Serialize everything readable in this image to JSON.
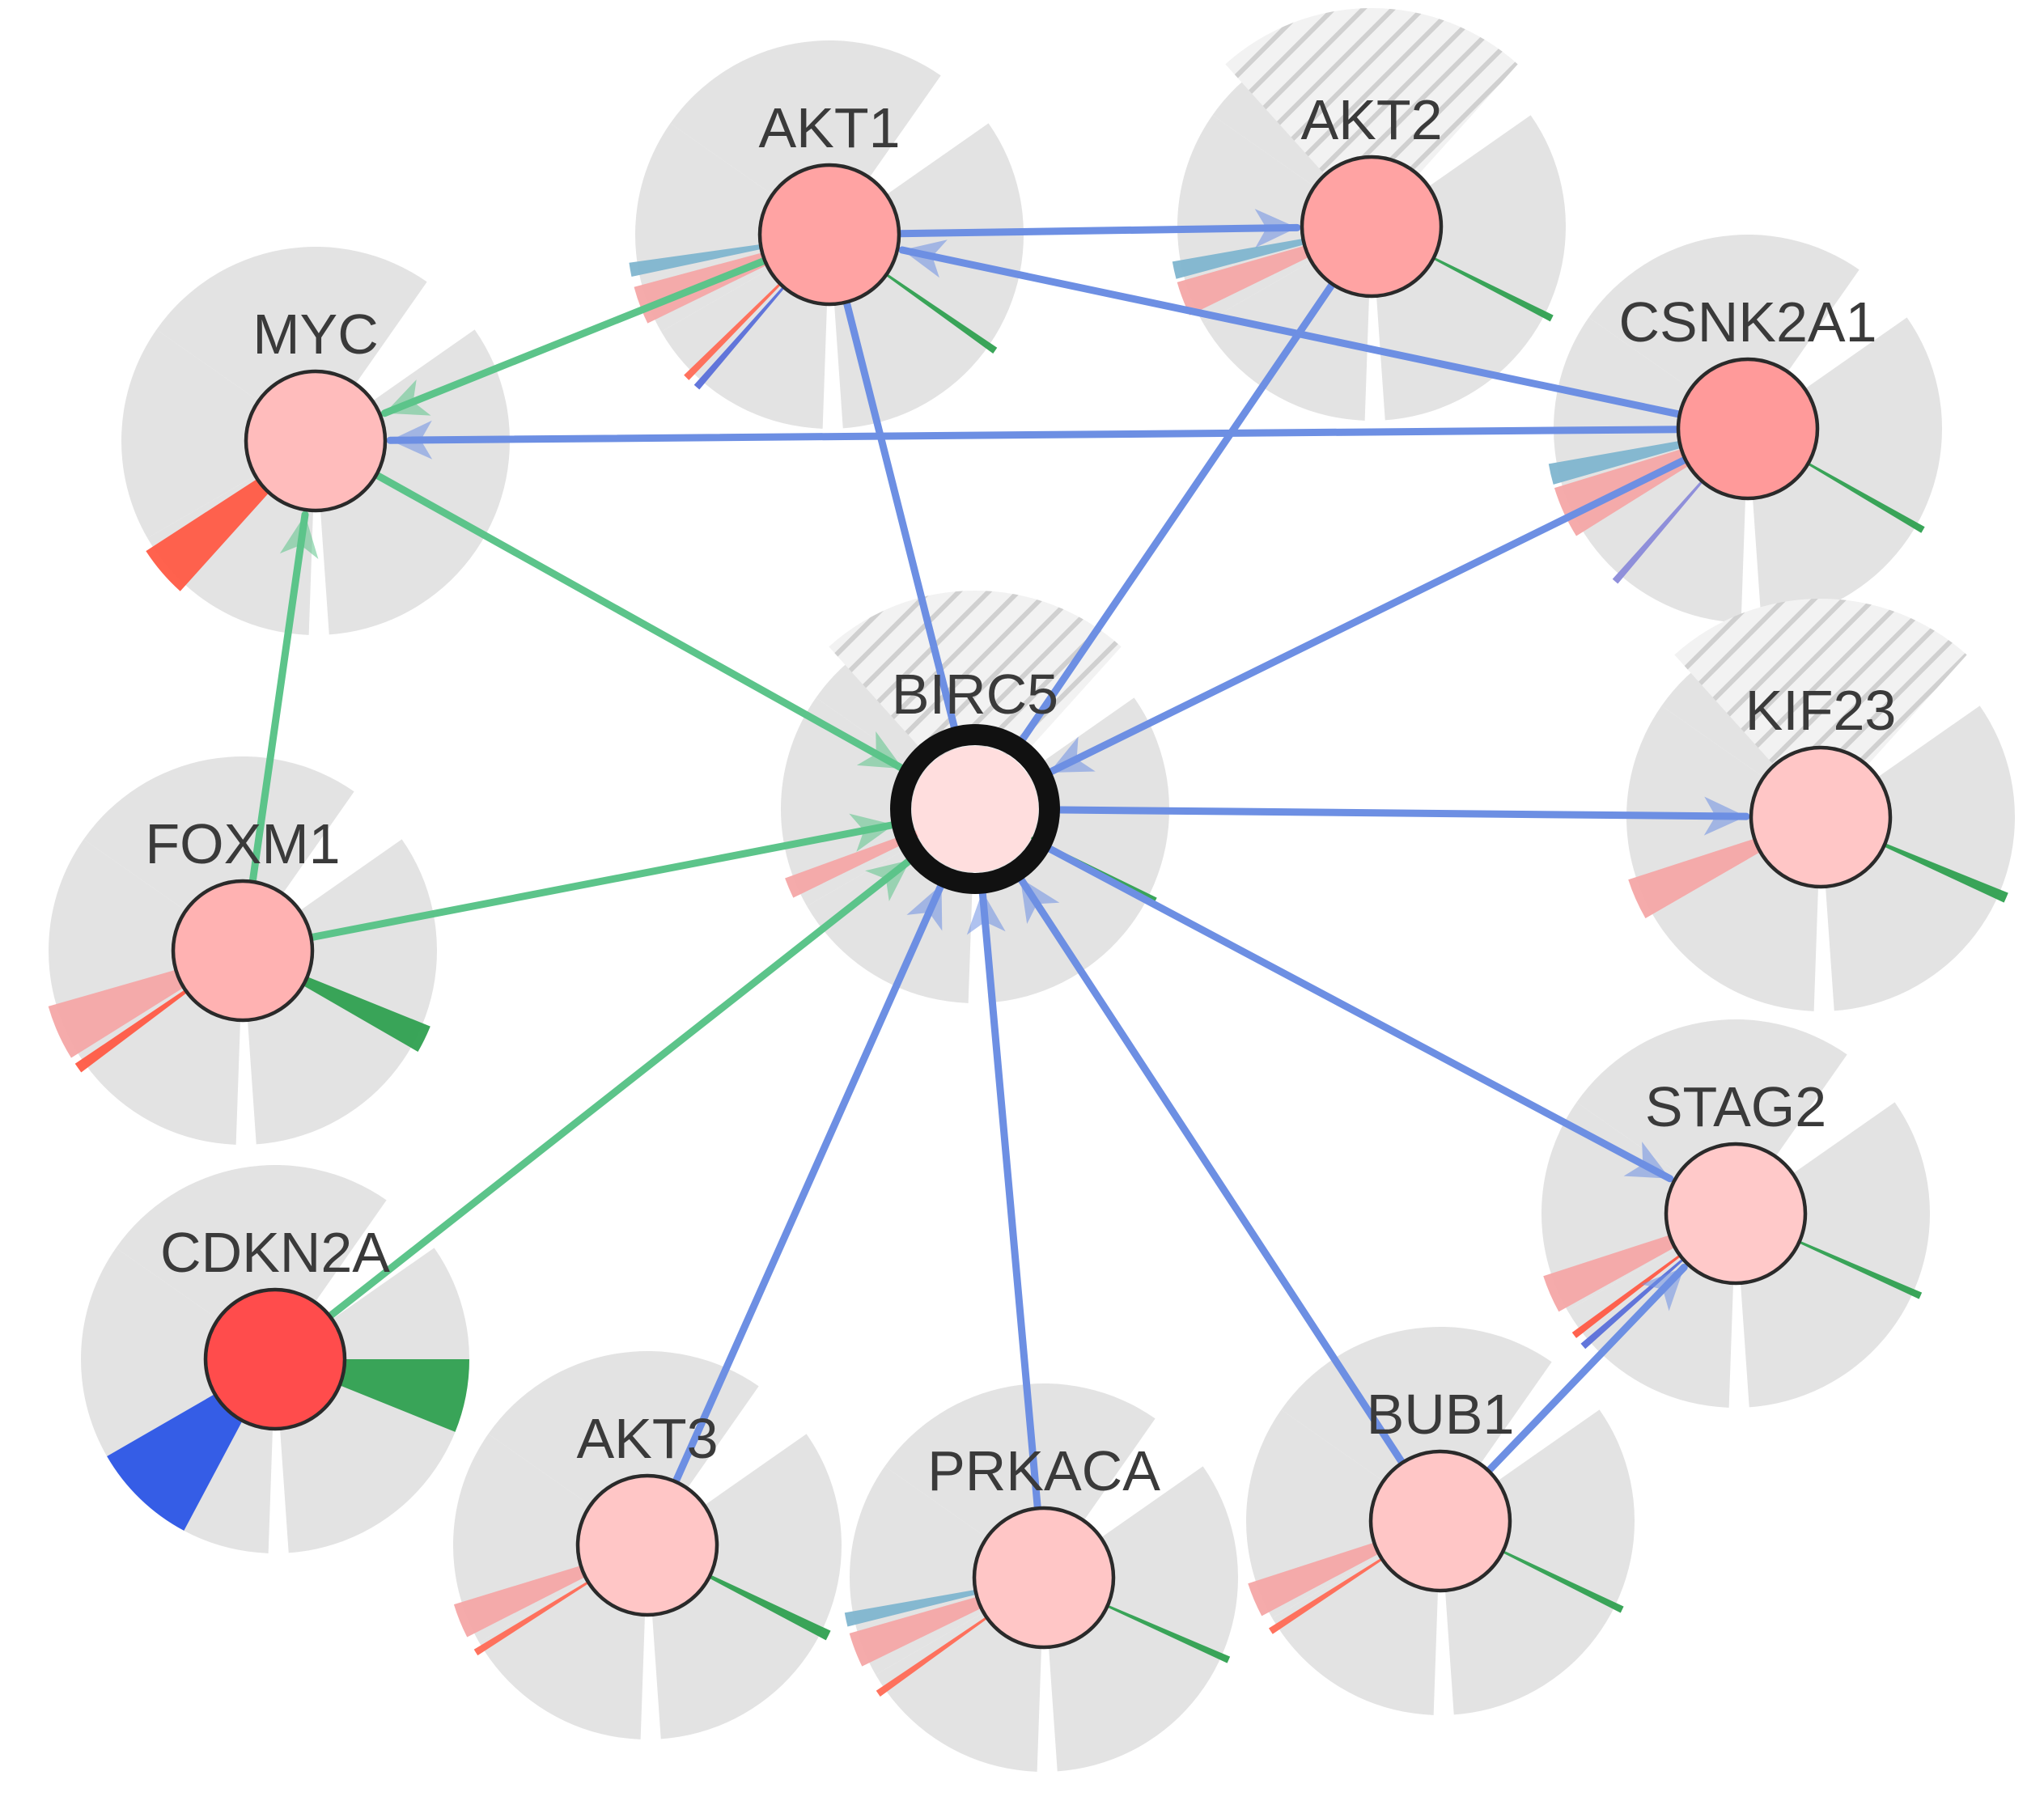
{
  "colors": {
    "activation": "#5cc48a",
    "interaction": "#6d8fe3",
    "halo": "#e3e3e3",
    "hatch": "#d0d0d0",
    "upregulation": "#f4a6a6",
    "mutation": "#2fa050",
    "deletion": "#2b55e6",
    "amplification": "#ff5a44"
  },
  "nodes": [
    {
      "id": "BIRC5",
      "label": "BIRC5",
      "seed": true,
      "fill": "#ffdede",
      "hatched": true
    },
    {
      "id": "AKT1",
      "label": "AKT1",
      "fill": "#ffa3a3",
      "hatched": false
    },
    {
      "id": "AKT2",
      "label": "AKT2",
      "fill": "#ffa3a3",
      "hatched": true
    },
    {
      "id": "CSNK2A1",
      "label": "CSNK2A1",
      "fill": "#ff9a9a",
      "hatched": false
    },
    {
      "id": "MYC",
      "label": "MYC",
      "fill": "#ffbcbc",
      "hatched": false
    },
    {
      "id": "KIF23",
      "label": "KIF23",
      "fill": "#ffc6c6",
      "hatched": true
    },
    {
      "id": "FOXM1",
      "label": "FOXM1",
      "fill": "#ffb2b2",
      "hatched": false
    },
    {
      "id": "STAG2",
      "label": "STAG2",
      "fill": "#ffc9c9",
      "hatched": false
    },
    {
      "id": "CDKN2A",
      "label": "CDKN2A",
      "fill": "#ff4c4c",
      "hatched": false
    },
    {
      "id": "AKT3",
      "label": "AKT3",
      "fill": "#ffc6c6",
      "hatched": false
    },
    {
      "id": "PRKACA",
      "label": "PRKACA",
      "fill": "#ffc6c6",
      "hatched": false
    },
    {
      "id": "BUB1",
      "label": "BUB1",
      "fill": "#ffc6c6",
      "hatched": false
    }
  ],
  "edges": [
    {
      "source": "AKT1",
      "target": "MYC",
      "kind": "activation"
    },
    {
      "source": "AKT1",
      "target": "AKT2",
      "kind": "interaction"
    },
    {
      "source": "AKT1",
      "target": "BIRC5",
      "kind": "interaction",
      "arrow": false
    },
    {
      "source": "CSNK2A1",
      "target": "AKT1",
      "kind": "interaction"
    },
    {
      "source": "CSNK2A1",
      "target": "MYC",
      "kind": "interaction"
    },
    {
      "source": "CSNK2A1",
      "target": "BIRC5",
      "kind": "interaction"
    },
    {
      "source": "AKT2",
      "target": "BIRC5",
      "kind": "interaction",
      "arrow": false
    },
    {
      "source": "MYC",
      "target": "BIRC5",
      "kind": "activation"
    },
    {
      "source": "FOXM1",
      "target": "MYC",
      "kind": "activation"
    },
    {
      "source": "FOXM1",
      "target": "BIRC5",
      "kind": "activation"
    },
    {
      "source": "CDKN2A",
      "target": "BIRC5",
      "kind": "activation"
    },
    {
      "source": "BIRC5",
      "target": "KIF23",
      "kind": "interaction"
    },
    {
      "source": "BIRC5",
      "target": "STAG2",
      "kind": "interaction"
    },
    {
      "source": "AKT3",
      "target": "BIRC5",
      "kind": "interaction"
    },
    {
      "source": "PRKACA",
      "target": "BIRC5",
      "kind": "interaction"
    },
    {
      "source": "BUB1",
      "target": "BIRC5",
      "kind": "interaction"
    },
    {
      "source": "BUB1",
      "target": "STAG2",
      "kind": "interaction"
    }
  ]
}
